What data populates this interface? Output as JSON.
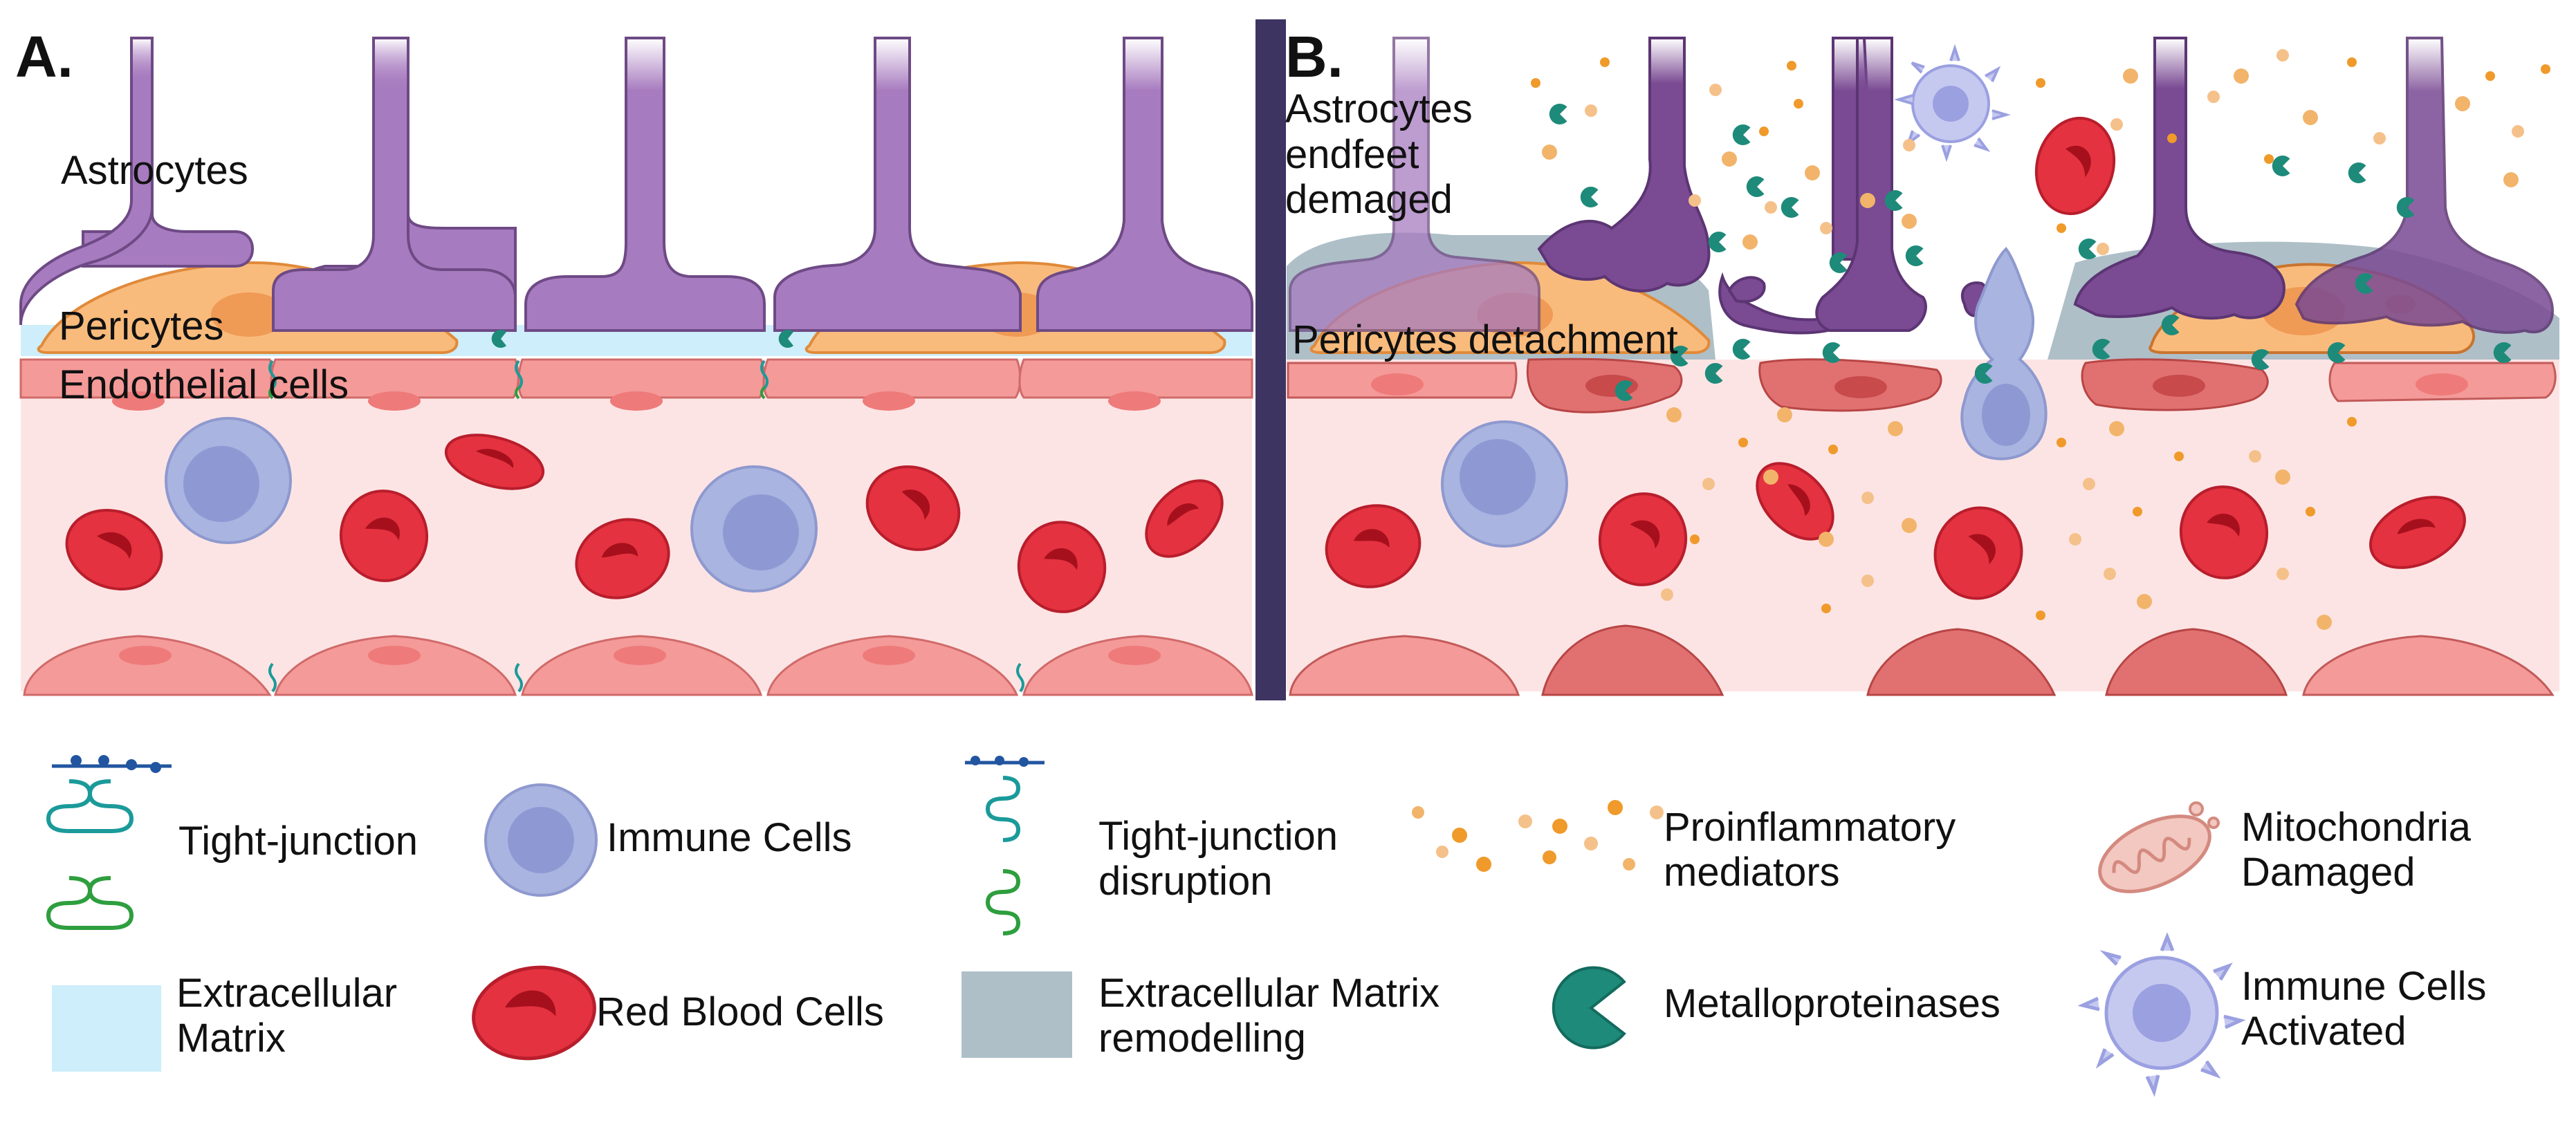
{
  "panels": {
    "a": {
      "letter": "A.",
      "astrocytes": "Astrocytes",
      "pericytes": "Pericytes",
      "endothelial": "Endothelial cells"
    },
    "b": {
      "letter": "B.",
      "astrocytes": "Astrocytes\nendfeet\ndemaged",
      "pericytes": "Pericytes detachment"
    }
  },
  "legend": {
    "tight_junction": "Tight-junction",
    "immune_cells": "Immune Cells",
    "tj_disruption": "Tight-junction\ndisruption",
    "proinflammatory": "Proinflammatory\nmediators",
    "mito_damaged": "Mitochondria\nDamaged",
    "ecm": "Extracellular\nMatrix",
    "rbc": "Red Blood Cells",
    "ecm_remodel": "Extracellular Matrix\nremodelling",
    "mmp": "Metalloproteinases",
    "immune_activated": "Immune Cells\nActivated"
  },
  "colors": {
    "astrocyte": "#a77bbf",
    "astrocyte_damaged": "#7a4a93",
    "pericyte": "#f9bb7c",
    "ecm": "#cdeefa",
    "ecm_remodel": "#aebfc8",
    "endothelial": "#f49a98",
    "lumen": "#fde4e4",
    "rbc": "#e53240",
    "immune": "#a9b4e0",
    "mediator": "#ef9a2a",
    "mmp": "#1e8a7a",
    "divider": "#3d3462",
    "tj_blue": "#2255a0",
    "tj_teal": "#1b9a9a",
    "tj_green": "#2e9e3e"
  }
}
